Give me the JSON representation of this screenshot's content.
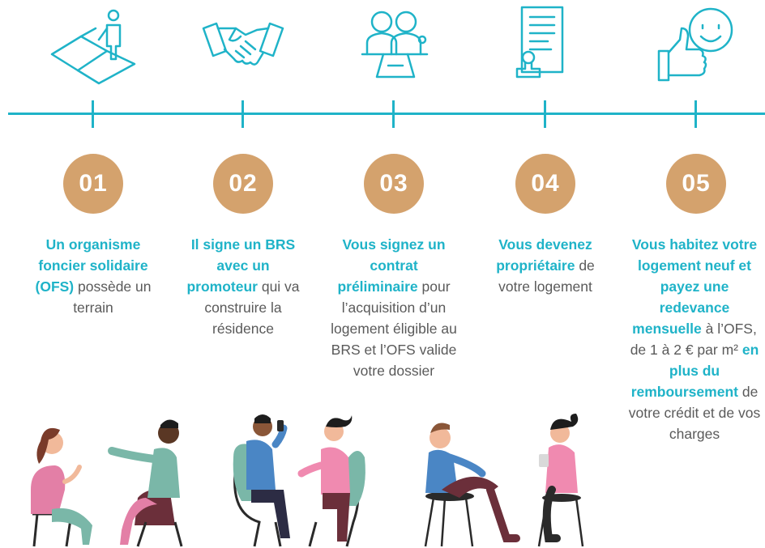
{
  "steps": [
    {
      "number": "01",
      "icon": "land-plot-icon",
      "text": [
        {
          "t": "Un organisme foncier solidaire (OFS)",
          "hl": true
        },
        {
          "t": " possède un terrain",
          "hl": false
        }
      ]
    },
    {
      "number": "02",
      "icon": "handshake-icon",
      "text": [
        {
          "t": "Il signe un BRS avec un promoteur",
          "hl": true
        },
        {
          "t": " qui va construire la résidence",
          "hl": false
        }
      ]
    },
    {
      "number": "03",
      "icon": "meeting-icon",
      "text": [
        {
          "t": "Vous signez un contrat préliminaire",
          "hl": true
        },
        {
          "t": " pour l’acquisition d’un logement éligible au BRS et l’OFS valide votre dossier",
          "hl": false
        }
      ]
    },
    {
      "number": "04",
      "icon": "signed-document-icon",
      "text": [
        {
          "t": "Vous devenez propriétaire",
          "hl": true
        },
        {
          "t": " de votre logement",
          "hl": false
        }
      ]
    },
    {
      "number": "05",
      "icon": "thumbs-up-smiley-icon",
      "text": [
        {
          "t": "Vous habitez votre logement neuf et payez une redevance mensuelle",
          "hl": true
        },
        {
          "t": " à l’OFS, de 1 à 2 € par m² ",
          "hl": false
        },
        {
          "t": "en plus du remboursement",
          "hl": true
        },
        {
          "t": " de votre crédit et de vos charges",
          "hl": false
        }
      ]
    }
  ],
  "colors": {
    "accent": "#1fb3c8",
    "circle": "#d4a26d",
    "text": "#5a5a5a"
  }
}
